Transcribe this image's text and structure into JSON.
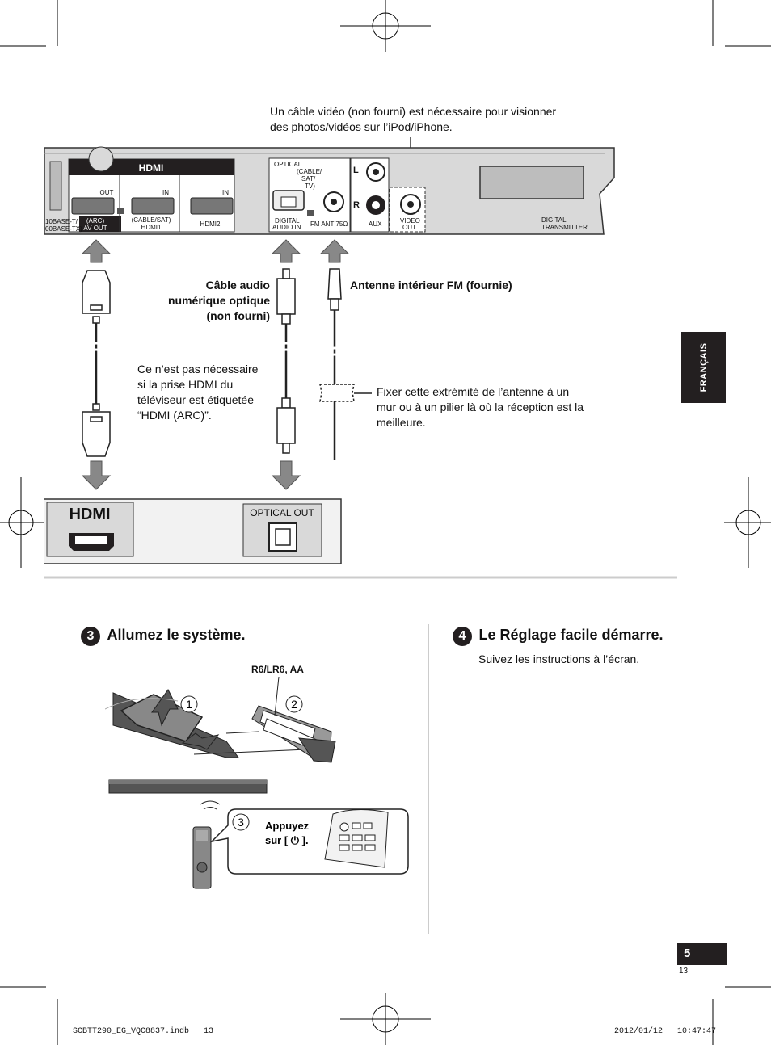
{
  "side_tab": "FRANÇAIS",
  "top_note": [
    "Un câble vidéo (non fourni) est nécessaire pour visionner",
    "des photos/vidéos sur l’iPod/iPhone."
  ],
  "device_labels": {
    "hdmi_logo": "HDMI",
    "out": "OUT",
    "in1": "IN",
    "in2": "IN",
    "arc": "(ARC)",
    "av_out": "AV OUT",
    "cable_sat": "(CABLE/SAT)",
    "hdmi1": "HDMI1",
    "hdmi2": "HDMI2",
    "lan1": "10BASE-T/",
    "lan2": "00BASE-TX)",
    "optical": "OPTICAL",
    "opt_cable": "(CABLE/",
    "opt_sat": "SAT/",
    "opt_tv": "TV)",
    "digital": "DIGITAL",
    "audio_in": "AUDIO IN",
    "fm_ant": "FM ANT 75Ω",
    "aux": "AUX",
    "video": "VIDEO",
    "video_out": "OUT",
    "left": "L",
    "right": "R",
    "digital_tx1": "DIGITAL",
    "digital_tx2": "TRANSMITTER"
  },
  "cable_optical": [
    "Câble audio",
    "numérique optique",
    "(non fourni)"
  ],
  "antenna_label": "Antenne intérieur FM (fournie)",
  "hdmi_note": [
    "Ce n’est pas nécessaire",
    "si la prise HDMI du",
    "téléviseur est étiquetée",
    "“HDMI (ARC)”."
  ],
  "antenna_note": [
    "Fixer cette extrémité de l’antenne à un",
    "mur ou à un pilier là où la réception est la",
    "meilleure."
  ],
  "tv_labels": {
    "hdmi_logo": "HDMI",
    "optical_out": "OPTICAL OUT"
  },
  "step3": {
    "num": "3",
    "title": "Allumez le système.",
    "battery": "R6/LR6, AA",
    "c1": "1",
    "c2": "2",
    "c3": "3",
    "press_line1": "Appuyez",
    "press_line2": "sur [ ⏻ ]."
  },
  "step4": {
    "num": "4",
    "title": "Le Réglage facile démarre.",
    "sub": "Suivez les instructions à l’écran."
  },
  "page_number": "5",
  "page_small": "13",
  "footer_left": "SCBTT290_EG_VQC8837.indb   13",
  "footer_right": "2012/01/12   10:47:47"
}
